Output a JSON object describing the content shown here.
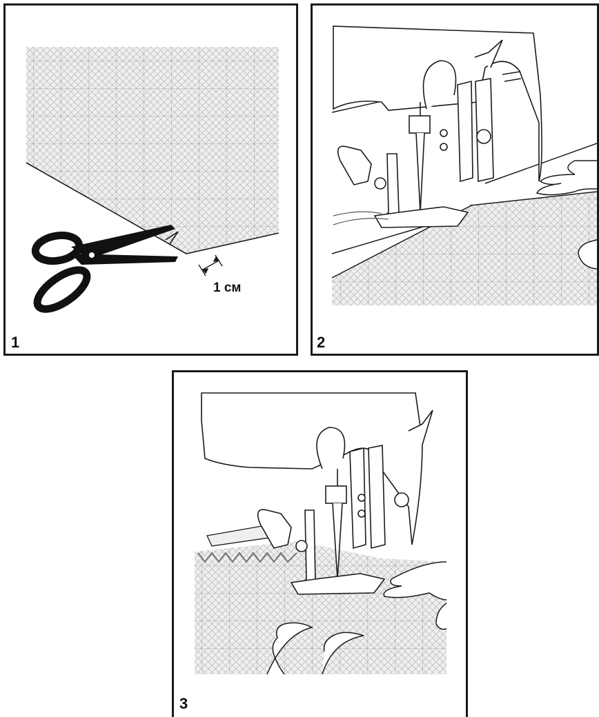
{
  "panels": [
    {
      "number": "1",
      "measurement": "1 см"
    },
    {
      "number": "2"
    },
    {
      "number": "3"
    }
  ],
  "icons": [
    "scissors-icon",
    "sewing-machine-icon",
    "hand-icon",
    "fabric-pattern"
  ],
  "colors": {
    "line": "#1a1a1a",
    "fabric": "#b8b8b8",
    "fabric_bg": "#ececec"
  }
}
